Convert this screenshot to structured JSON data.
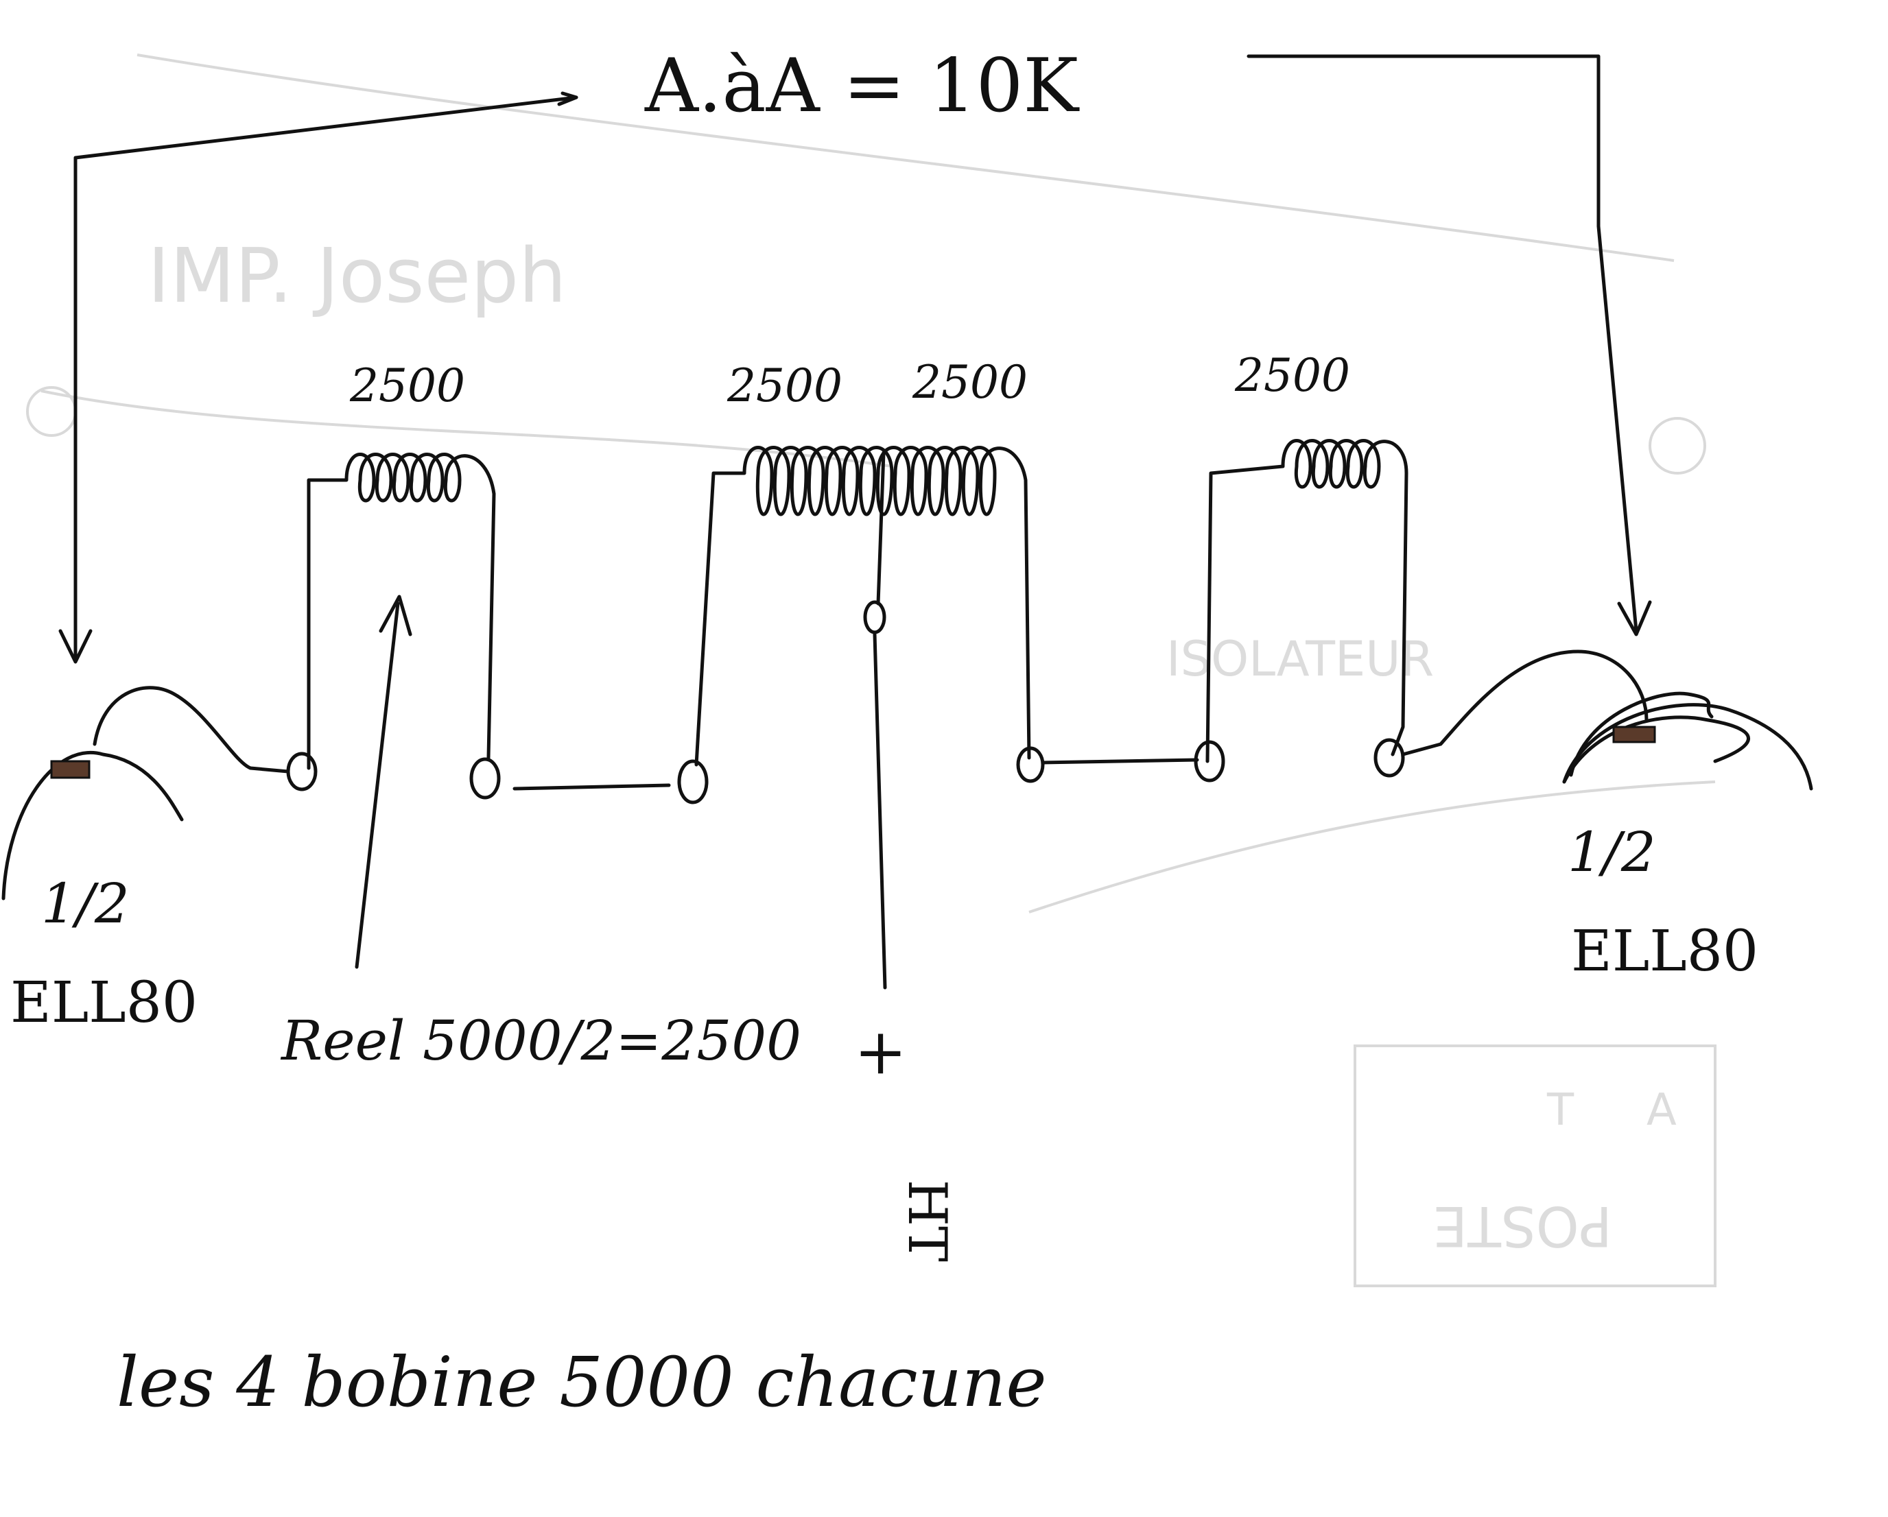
{
  "colors": {
    "ink": "#111111",
    "paper": "#ffffff",
    "bleed_through": "#d9d9d9",
    "tube_pin": "#5a3a2a"
  },
  "header": {
    "title": "A.àA = 10K"
  },
  "coils": [
    {
      "id": "coil1",
      "label": "2500"
    },
    {
      "id": "coil2a",
      "label": "2500"
    },
    {
      "id": "coil2b",
      "label": "2500"
    },
    {
      "id": "coil3",
      "label": "2500"
    }
  ],
  "tubes": {
    "left": {
      "fraction": "1/2",
      "name": "ELL80"
    },
    "right": {
      "fraction": "1/2",
      "name": "ELL80"
    }
  },
  "notes": {
    "reel": "Reel 5000/2=2500",
    "ht_plus": "+",
    "ht_label": "HT",
    "bottom": "les 4 bobine 5000 chacune"
  },
  "bleed_through": {
    "imp": "IMP. Joseph",
    "isolateur": "ISOLATEUR",
    "poste": "POSTE",
    "a": "A",
    "t": "T"
  },
  "icons": [
    "arrow-down-icon",
    "arrow-up-icon",
    "coil-icon",
    "terminal-icon"
  ]
}
